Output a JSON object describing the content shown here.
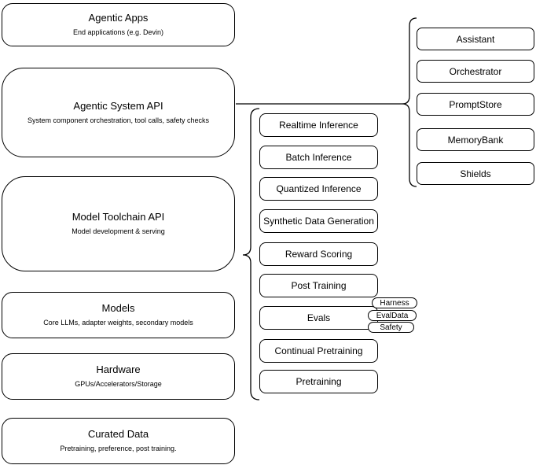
{
  "diagram": {
    "colors": {
      "stroke": "#000000",
      "fill": "#ffffff",
      "background": "#ffffff",
      "text": "#000000"
    },
    "left_column": [
      {
        "title": "Agentic Apps",
        "subtitle": "End applications (e.g. Devin)"
      },
      {
        "title": "Agentic System API",
        "subtitle": "System component orchestration, tool calls, safety checks"
      },
      {
        "title": "Model Toolchain API",
        "subtitle": "Model development & serving"
      },
      {
        "title": "Models",
        "subtitle": "Core LLMs, adapter weights, secondary models"
      },
      {
        "title": "Hardware",
        "subtitle": "GPUs/Accelerators/Storage"
      },
      {
        "title": "Curated Data",
        "subtitle": "Pretraining, preference, post training."
      }
    ],
    "toolchain_items": [
      "Realtime Inference",
      "Batch Inference",
      "Quantized Inference",
      "Synthetic Data Generation",
      "Reward Scoring",
      "Post Training",
      "Evals",
      "Continual Pretraining",
      "Pretraining"
    ],
    "eval_tags": [
      "Harness",
      "EvalData",
      "Safety"
    ],
    "system_components": [
      "Assistant",
      "Orchestrator",
      "PromptStore",
      "MemoryBank",
      "Shields"
    ]
  }
}
